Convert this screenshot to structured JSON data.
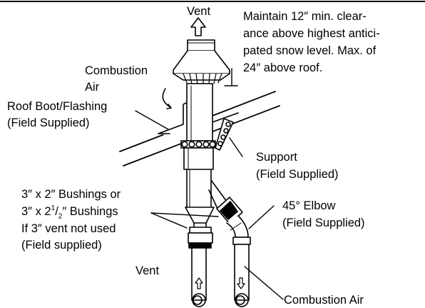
{
  "labels": {
    "vent_top": "Vent",
    "clearance_line1": "Maintain 12″ min. clear-",
    "clearance_line2": "ance above highest antici-",
    "clearance_line3": "pated snow level. Max. of",
    "clearance_line4": "24″ above roof.",
    "combustion_air_top_line1": "Combustion",
    "combustion_air_top_line2": "Air",
    "roof_boot_line1": "Roof Boot/Flashing",
    "roof_boot_line2": "(Field Supplied)",
    "support_line1": "Support",
    "support_line2": "(Field Supplied)",
    "bushings_line1": "3″ x 2″ Bushings or",
    "bushings_line2_a": "3″ x 2",
    "bushings_line2_sup": "1",
    "bushings_line2_b": "/",
    "bushings_line2_sub": "2",
    "bushings_line2_c": "″ Bushings",
    "bushings_line3": "If 3″ vent not used",
    "bushings_line4": "(Field supplied)",
    "elbow_line1": "45° Elbow",
    "elbow_line2": "(Field Supplied)",
    "vent_bottom": "Vent",
    "combustion_air_bottom": "Combustion Air"
  },
  "colors": {
    "stroke": "#000000",
    "background": "#ffffff"
  }
}
